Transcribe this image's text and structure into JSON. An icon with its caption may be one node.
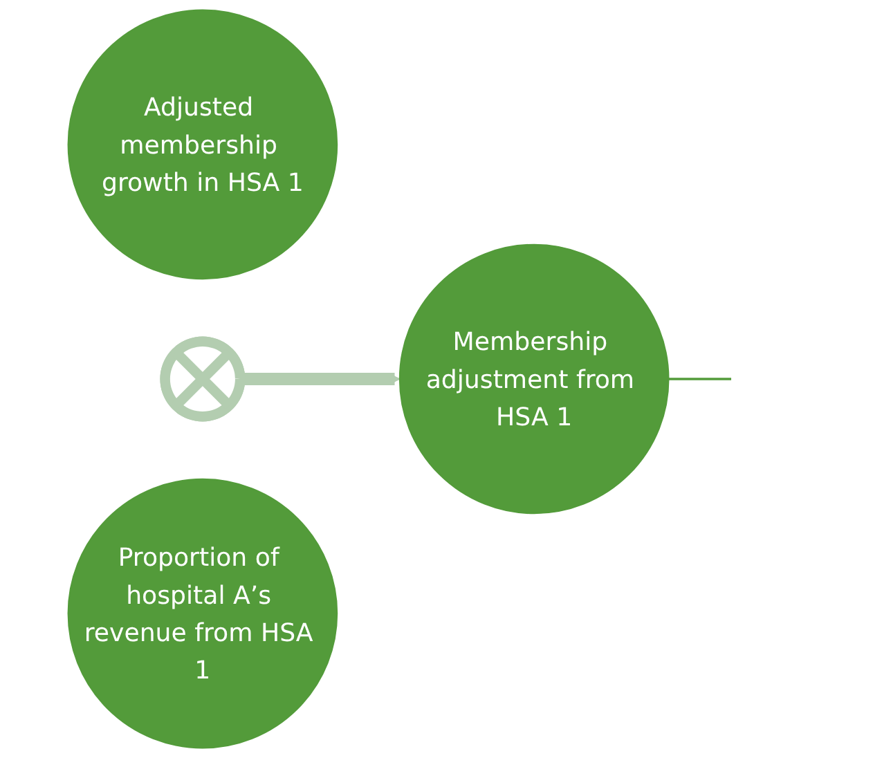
{
  "diagram": {
    "nodes": [
      {
        "text": [
          "Adjusted membership growth in HSA 1"
        ]
      },
      {
        "text": [],
        "shape": "cross"
      },
      {
        "text": [
          "Proportion of hospital A’s revenue from HSA 1"
        ]
      },
      {
        "text": [
          "Membership adjustment from HSA 1"
        ]
      }
    ],
    "edges": [
      {
        "from": 1,
        "to": 3,
        "arrow": "to",
        "style": "thick",
        "color": "#b3cdb0"
      },
      {
        "from": 3,
        "to": null,
        "arrow": "none",
        "color": "#539b3a"
      }
    ]
  }
}
